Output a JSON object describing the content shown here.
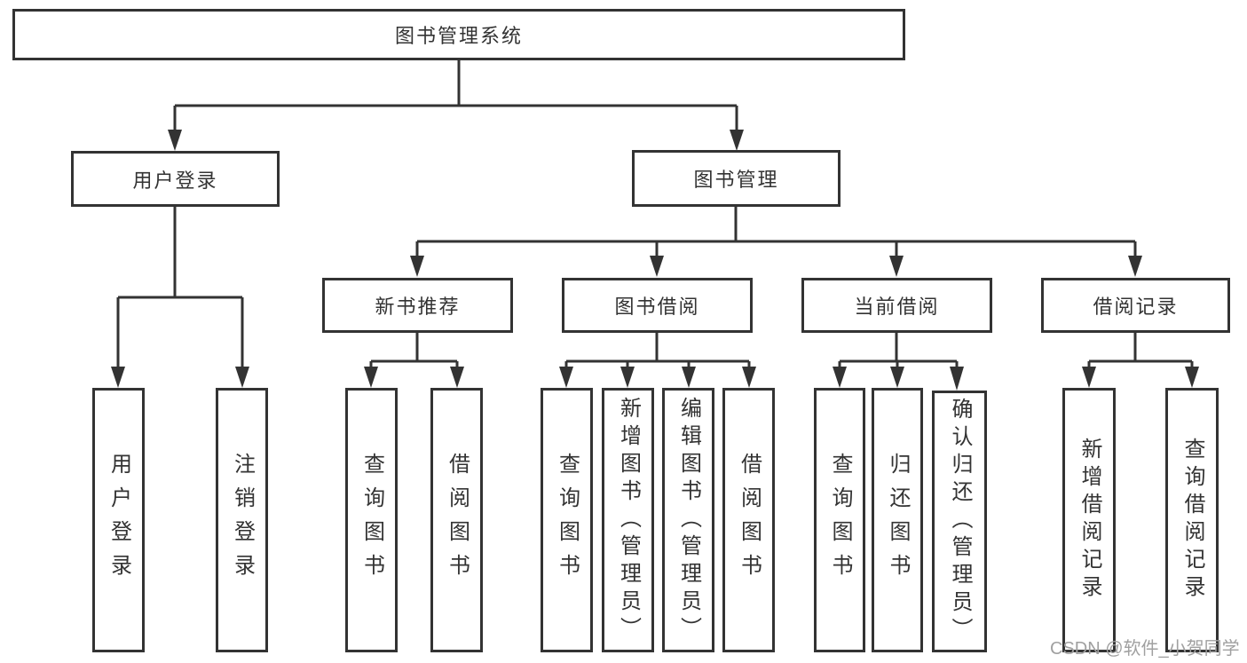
{
  "title": {
    "label": "图书管理系统"
  },
  "level2": [
    {
      "label": "用户登录"
    },
    {
      "label": "图书管理"
    }
  ],
  "level3": [
    {
      "label": "新书推荐"
    },
    {
      "label": "图书借阅"
    },
    {
      "label": "当前借阅"
    },
    {
      "label": "借阅记录"
    }
  ],
  "leaves": {
    "login": [
      "用户登录",
      "注销登录"
    ],
    "new_books": [
      "查询图书",
      "借阅图书"
    ],
    "book_borrow": [
      "查询图书",
      "新增图书（管理员）",
      "编辑图书（管理员）",
      "借阅图书"
    ],
    "current_borrow": [
      "查询图书",
      "归还图书",
      "确认归还（管理员）"
    ],
    "borrow_records": [
      "新增借阅记录",
      "查询借阅记录"
    ]
  },
  "watermark": {
    "text": "CSDN @软件_小贺同学"
  },
  "colors": {
    "line": "#333333",
    "border": "#333333",
    "text": "#333333",
    "watermark": "#a0a0a0",
    "background": "#ffffff"
  }
}
